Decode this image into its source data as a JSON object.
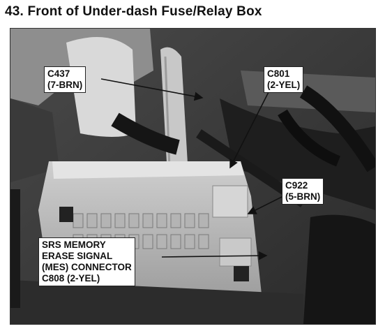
{
  "title": "43. Front of Under-dash Fuse/Relay Box",
  "callouts": [
    {
      "id": "c437",
      "text": "C437\n(7-BRN)"
    },
    {
      "id": "c801",
      "text": "C801\n(2-YEL)"
    },
    {
      "id": "c922",
      "text": "C922\n(5-BRN)"
    },
    {
      "id": "srs",
      "text": "SRS MEMORY\nERASE SIGNAL\n(MES) CONNECTOR\nC808 (2-YEL)"
    }
  ]
}
